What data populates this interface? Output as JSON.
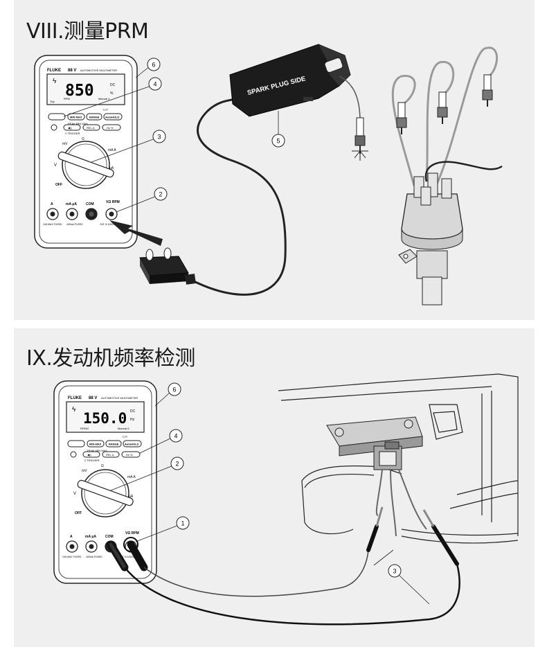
{
  "sections": [
    {
      "title": "VIII.测量PRM",
      "meter": {
        "brand": "FLUKE",
        "model": "88 V",
        "model_sub": "AUTOMOTIVE MULTIMETER",
        "display_value": "850",
        "unit_dc": "DC",
        "unit_right": "%",
        "status_left": "Trip",
        "status_mid": "RPM",
        "status_right": "Manual 4",
        "buttons_row1": [
          "",
          "MIN MAX",
          "RANGE",
          "AutoHOLD"
        ],
        "buttons_row1_sub": [
          "",
          "PEAK MIN MAX",
          "",
          "°C/°F"
        ],
        "buttons_row2": [
          "◀))",
          "REL Δ",
          "Hz %"
        ],
        "trigger": "2 TRIGGER",
        "dial_labels": [
          "OFF",
          "V",
          "mV",
          "Ω",
          "mA A",
          "μA"
        ],
        "jacks": [
          "A",
          "mA μA",
          "COM",
          "VΩ RPM"
        ],
        "fused": [
          "10A MAX FUSED",
          "400mA FUSED",
          "CAT III 1000V"
        ]
      },
      "pickup_label": "SPARK PLUG SIDE",
      "callouts": [
        "6",
        "4",
        "3",
        "2",
        "5"
      ]
    },
    {
      "title": "IX.发动机频率检测",
      "meter": {
        "brand": "FLUKE",
        "model": "88 V",
        "model_sub": "AUTOMOTIVE MULTIMETER",
        "display_value": "150.0",
        "unit_dc": "DC",
        "unit_right": "Hz",
        "status_left": "",
        "status_mid": "RPM/2",
        "status_right": "Manual 6",
        "buttons_row1": [
          "",
          "MIN MAX",
          "RANGE",
          "AutoHOLD"
        ],
        "buttons_row1_sub": [
          "",
          "PEAK MIN MAX",
          "",
          "°C/°F"
        ],
        "buttons_row2": [
          "◀))",
          "REL Δ",
          "Hz %"
        ],
        "trigger": "2 TRIGGER",
        "dial_labels": [
          "OFF",
          "V",
          "mV",
          "Ω",
          "mA A",
          "μA"
        ],
        "jacks": [
          "A",
          "mA μA",
          "COM",
          "VΩ RPM"
        ],
        "fused": [
          "10A MAX FUSED",
          "400mA FUSED",
          "CAT III 1000V"
        ]
      },
      "callouts": [
        "6",
        "4",
        "2",
        "1",
        "3"
      ]
    }
  ]
}
